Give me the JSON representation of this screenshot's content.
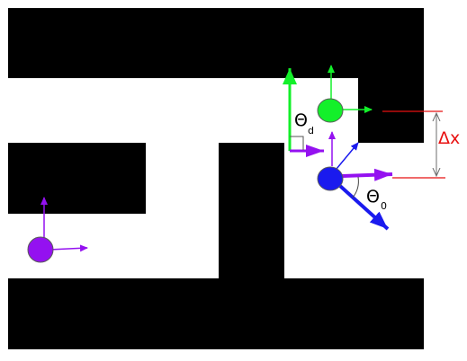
{
  "labels": {
    "theta_d": "Θ",
    "theta_d_sub": "d",
    "theta_0": "Θ",
    "theta_0_sub": "0",
    "delta_x": "Δx"
  },
  "colors": {
    "wall": "#000000",
    "corridor": "#ffffff",
    "purple_agent": "#9411f0",
    "blue_agent": "#1a1aee",
    "green_agent": "#13f02a",
    "delta_line": "#e81010",
    "delta_text": "#e81010",
    "dim_arrow": "#6d6d6d"
  },
  "agents": [
    {
      "name": "purple-agent",
      "color": "purple_agent"
    },
    {
      "name": "blue-agent",
      "color": "blue_agent"
    },
    {
      "name": "green-agent",
      "color": "green_agent"
    }
  ]
}
